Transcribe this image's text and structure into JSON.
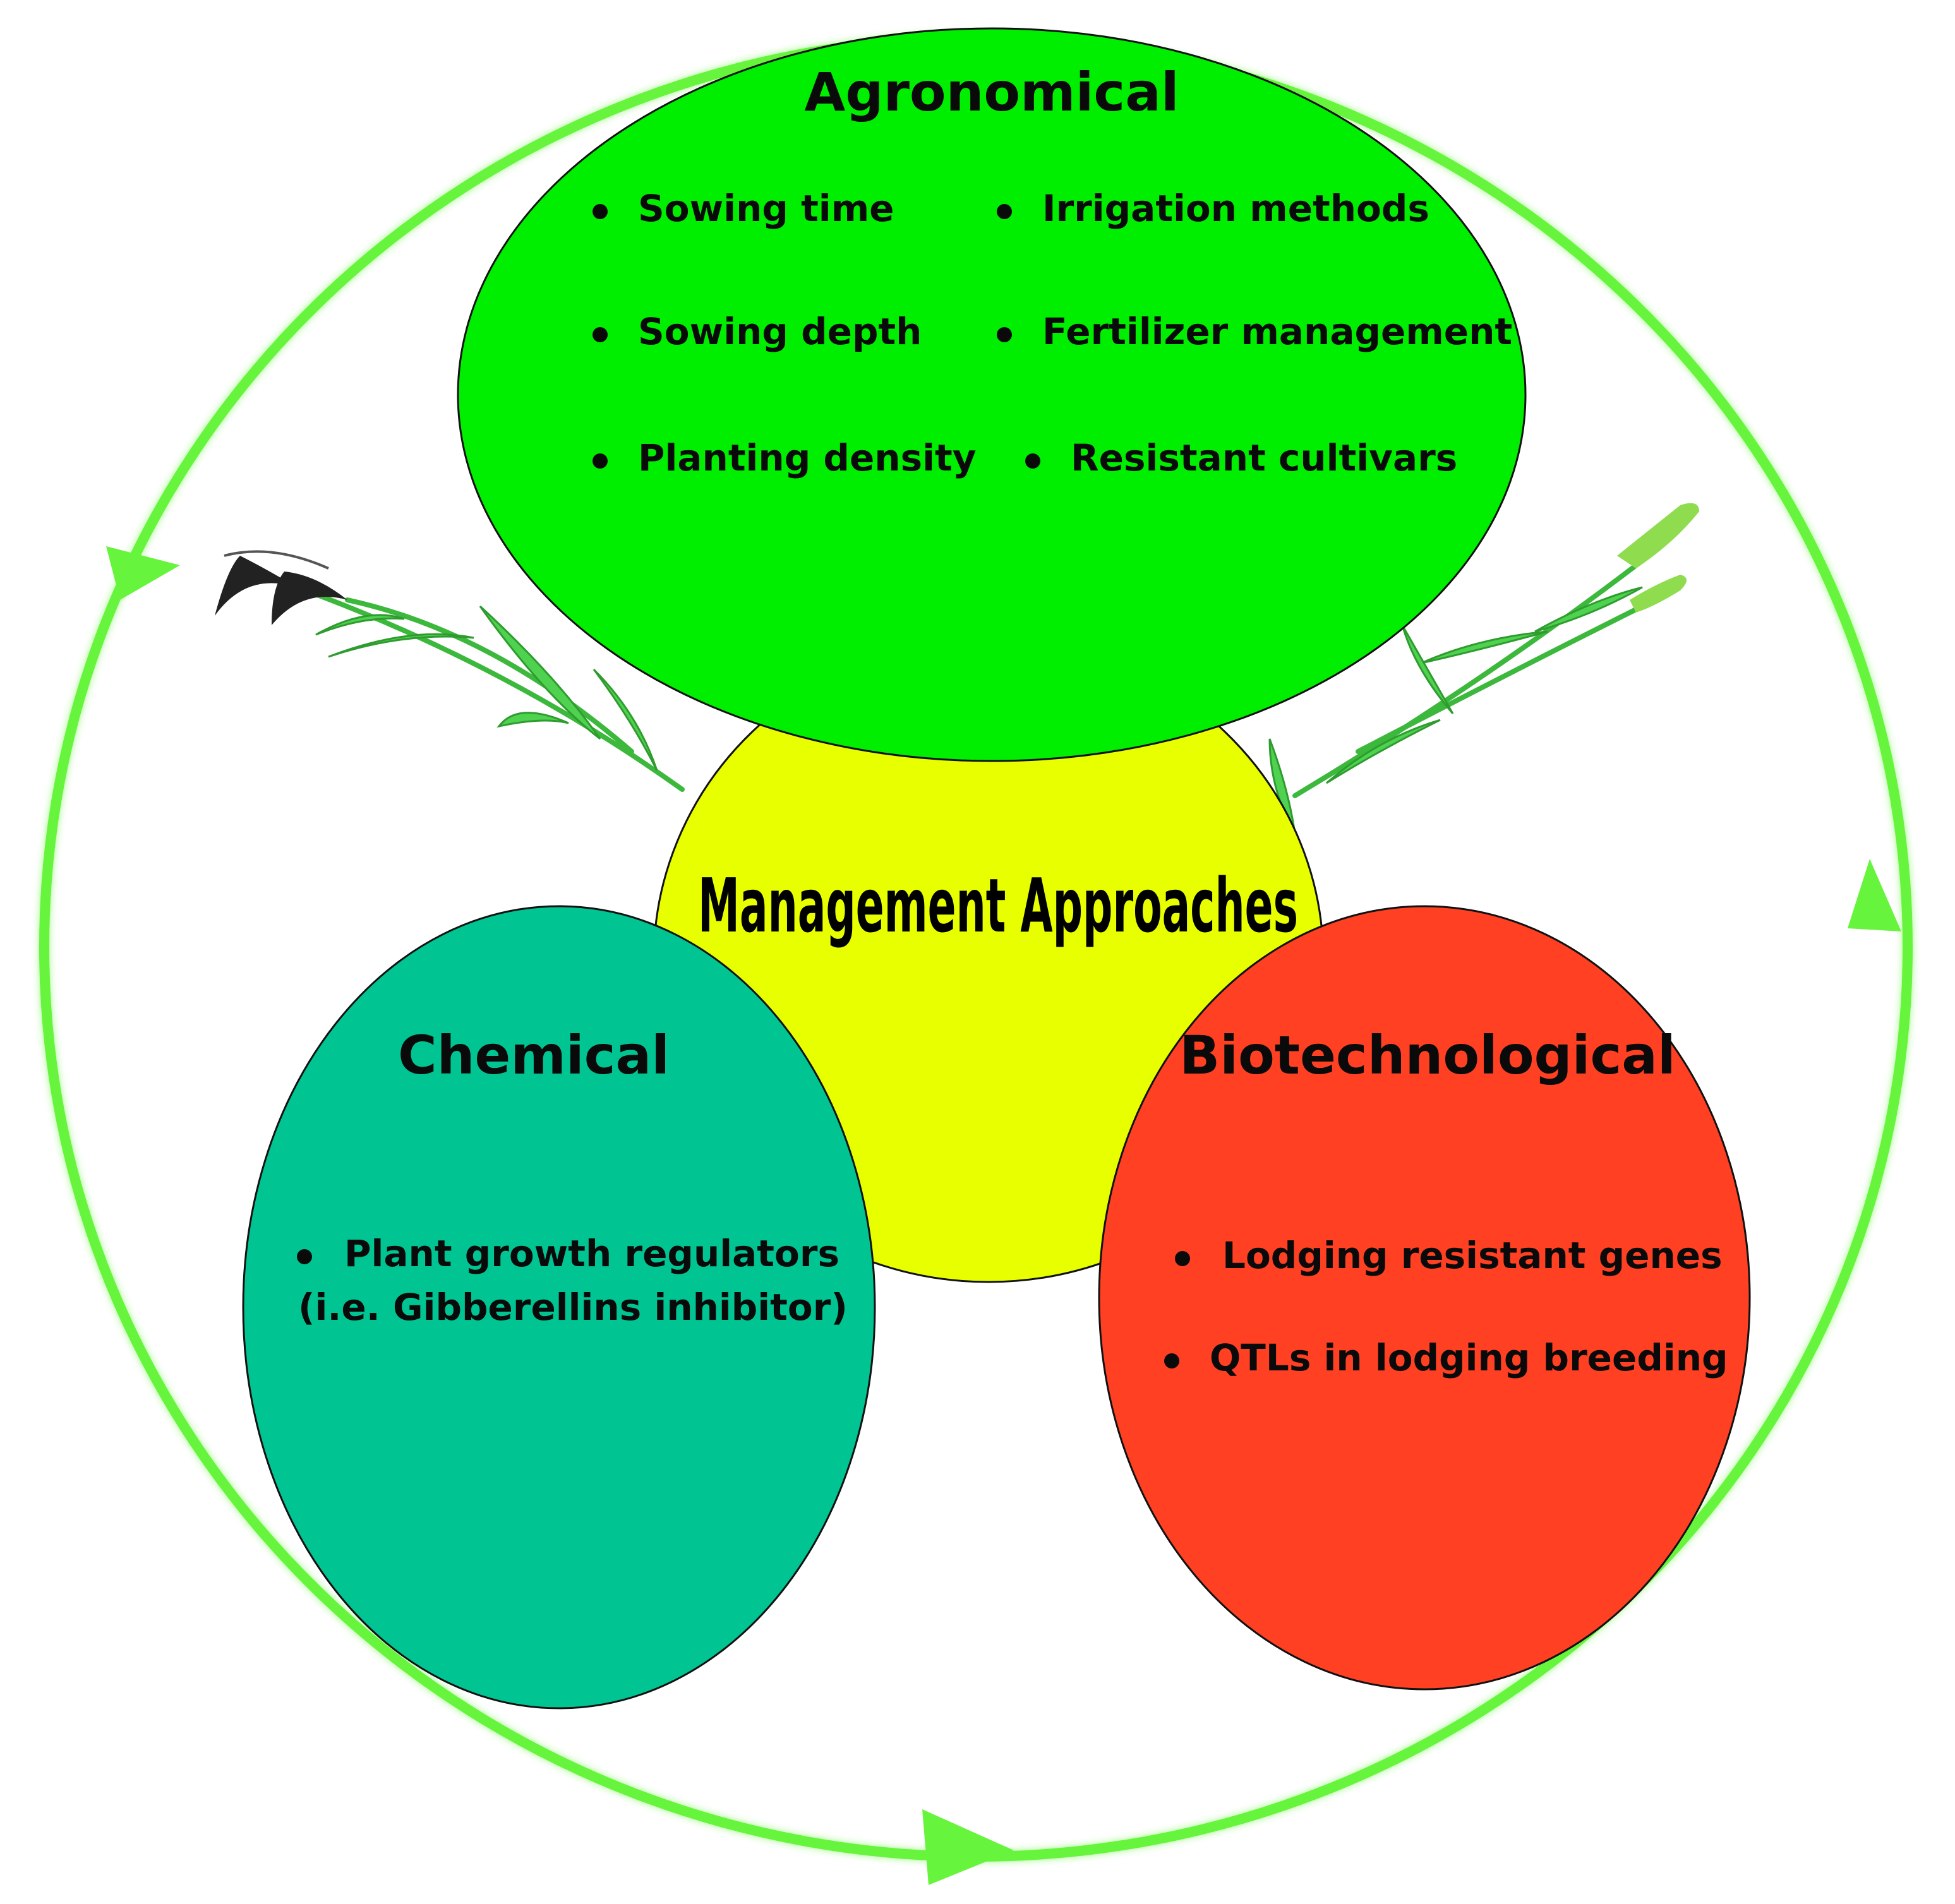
{
  "center": {
    "label": "Management Approaches",
    "color": "#e8ff00"
  },
  "agronomical": {
    "title": "Agronomical",
    "color": "#00ee00",
    "items": [
      "Sowing time",
      "Irrigation methods",
      "Sowing depth",
      "Fertilizer management",
      "Planting density",
      "Resistant cultivars"
    ]
  },
  "chemical": {
    "title": "Chemical",
    "color": "#00c592",
    "items": [
      "Plant growth regulators",
      "(i.e. Gibberellins inhibitor)"
    ]
  },
  "biotechnological": {
    "title": "Biotechnological",
    "color": "#ff4022",
    "items": [
      "Lodging resistant genes",
      "QTLs in lodging breeding"
    ]
  },
  "cycle": {
    "color": "#66f53c",
    "direction": "clockwise"
  }
}
